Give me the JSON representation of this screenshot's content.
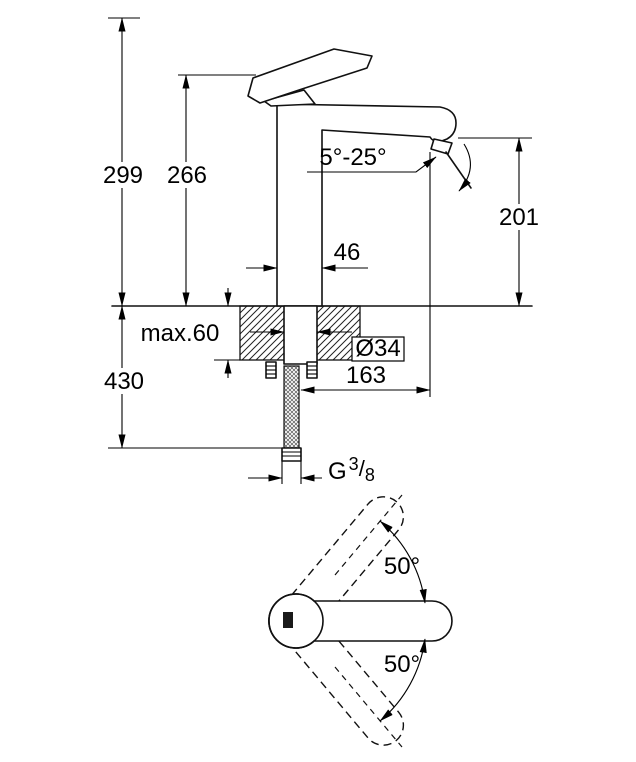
{
  "style": {
    "ink": "#000000",
    "background": "#ffffff"
  },
  "side_view": {
    "height_overall": "299",
    "height_to_spout": "266",
    "aerator_angle": "5°-25°",
    "height_outlet": "201",
    "body_width": "46",
    "max_thickness": "max.60",
    "hole_diameter": "Ø34",
    "depth_below": "430",
    "spout_reach": "163",
    "thread": {
      "g": "G",
      "sup": "3",
      "slash": "/",
      "sub": "8"
    }
  },
  "top_view": {
    "swivel_up": "50°",
    "swivel_down": "50°"
  }
}
